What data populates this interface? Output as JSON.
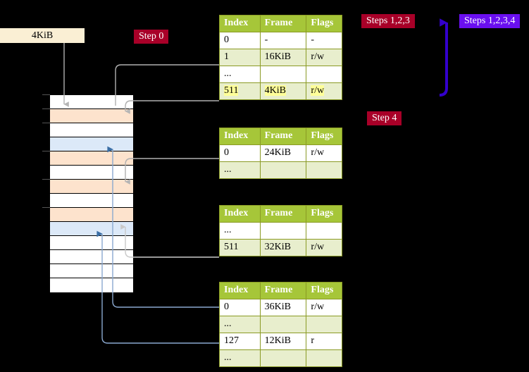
{
  "labels": {
    "mem_block": "4KiB",
    "step0": "Step 0",
    "steps123": "Steps 1,2,3",
    "steps1234": "Steps 1,2,3,4",
    "step4": "Step 4"
  },
  "colors": {
    "red_badge": "#a80028",
    "violet_badge": "#6a0ff0",
    "table_header": "#a6c639",
    "table_border": "#8a9a24",
    "row_alt": "#e8eecd",
    "highlight": "#ffff99",
    "mem_block_fill": "#faefd4",
    "grid_orange": "#fde3cd",
    "grid_blue": "#dce9f8",
    "connector_gray": "#9a9a9a",
    "connector_blue": "#7f9fcc",
    "arrow_blue_dark": "#3a6ea5"
  },
  "tables": [
    {
      "name": "pml4-table",
      "headers": [
        "Index",
        "Frame",
        "Flags"
      ],
      "rows": [
        {
          "cells": [
            "0",
            "-",
            "-"
          ],
          "alt": false,
          "highlight": false
        },
        {
          "cells": [
            "1",
            "16KiB",
            "r/w"
          ],
          "alt": true,
          "highlight": false
        },
        {
          "cells": [
            "...",
            "",
            ""
          ],
          "alt": false,
          "highlight": false
        },
        {
          "cells": [
            "511",
            "4KiB",
            "r/w"
          ],
          "alt": true,
          "highlight": true
        }
      ]
    },
    {
      "name": "pdp-table",
      "headers": [
        "Index",
        "Frame",
        "Flags"
      ],
      "rows": [
        {
          "cells": [
            "0",
            "24KiB",
            "r/w"
          ],
          "alt": false,
          "highlight": false
        },
        {
          "cells": [
            "...",
            "",
            ""
          ],
          "alt": true,
          "highlight": false
        }
      ]
    },
    {
      "name": "pd-table",
      "headers": [
        "Index",
        "Frame",
        "Flags"
      ],
      "rows": [
        {
          "cells": [
            "...",
            "",
            ""
          ],
          "alt": false,
          "highlight": false
        },
        {
          "cells": [
            "511",
            "32KiB",
            "r/w"
          ],
          "alt": true,
          "highlight": false
        }
      ]
    },
    {
      "name": "pt-table",
      "headers": [
        "Index",
        "Frame",
        "Flags"
      ],
      "rows": [
        {
          "cells": [
            "0",
            "36KiB",
            "r/w"
          ],
          "alt": false,
          "highlight": false
        },
        {
          "cells": [
            "...",
            "",
            ""
          ],
          "alt": true,
          "highlight": false
        },
        {
          "cells": [
            "127",
            "12KiB",
            "r"
          ],
          "alt": false,
          "highlight": false
        },
        {
          "cells": [
            "...",
            "",
            ""
          ],
          "alt": true,
          "highlight": false
        }
      ]
    }
  ],
  "memory_grid": {
    "name": "physical-memory-grid",
    "rows": [
      {
        "fill": "white"
      },
      {
        "fill": "orange"
      },
      {
        "fill": "white"
      },
      {
        "fill": "blue"
      },
      {
        "fill": "orange"
      },
      {
        "fill": "white"
      },
      {
        "fill": "orange"
      },
      {
        "fill": "white"
      },
      {
        "fill": "orange"
      },
      {
        "fill": "blue"
      },
      {
        "fill": "white"
      },
      {
        "fill": "white"
      },
      {
        "fill": "white"
      },
      {
        "fill": "white"
      }
    ]
  }
}
